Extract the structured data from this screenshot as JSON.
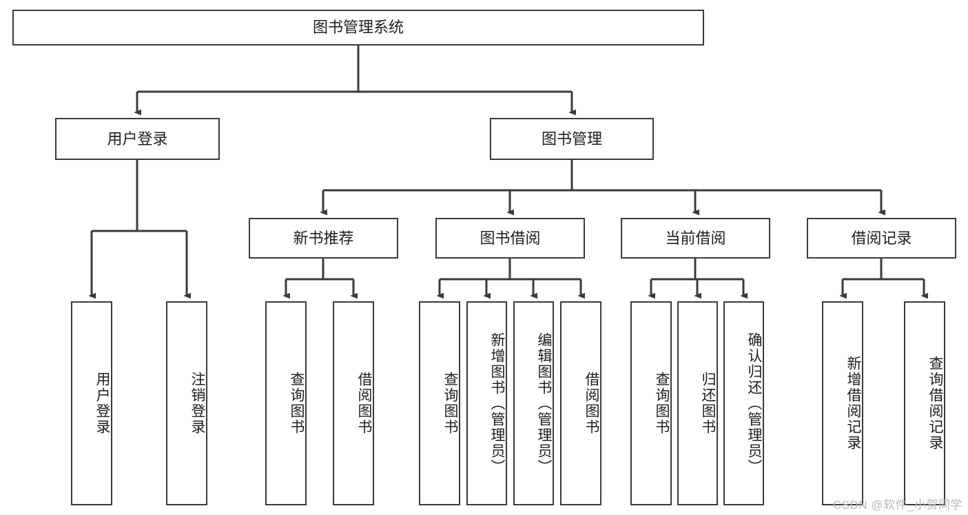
{
  "diagram": {
    "type": "tree-hierarchy",
    "title": "图书管理系统",
    "watermark": "CSDN @软件_小贺同学",
    "colors": {
      "stroke": "#3a3a3a",
      "fill": "#ffffff",
      "text": "#1d1d1d",
      "watermark": "#b9b9b9"
    },
    "levels": {
      "root": {
        "label": "图书管理系统"
      },
      "level2": [
        {
          "label": "用户登录"
        },
        {
          "label": "图书管理"
        }
      ],
      "level3": [
        {
          "label": "新书推荐"
        },
        {
          "label": "图书借阅"
        },
        {
          "label": "当前借阅"
        },
        {
          "label": "借阅记录"
        }
      ],
      "leaves": {
        "user_login": [
          {
            "label": "用户登录"
          },
          {
            "label": "注销登录"
          }
        ],
        "new_book_recommend": [
          {
            "label": "查询图书"
          },
          {
            "label": "借阅图书"
          }
        ],
        "book_borrow": [
          {
            "label": "查询图书"
          },
          {
            "label": "新增图书（管理员）"
          },
          {
            "label": "编辑图书（管理员）"
          },
          {
            "label": "借阅图书"
          }
        ],
        "current_borrow": [
          {
            "label": "查询图书"
          },
          {
            "label": "归还图书"
          },
          {
            "label": "确认归还（管理员）"
          }
        ],
        "borrow_record": [
          {
            "label": "新增借阅记录"
          },
          {
            "label": "查询借阅记录"
          }
        ]
      }
    }
  }
}
